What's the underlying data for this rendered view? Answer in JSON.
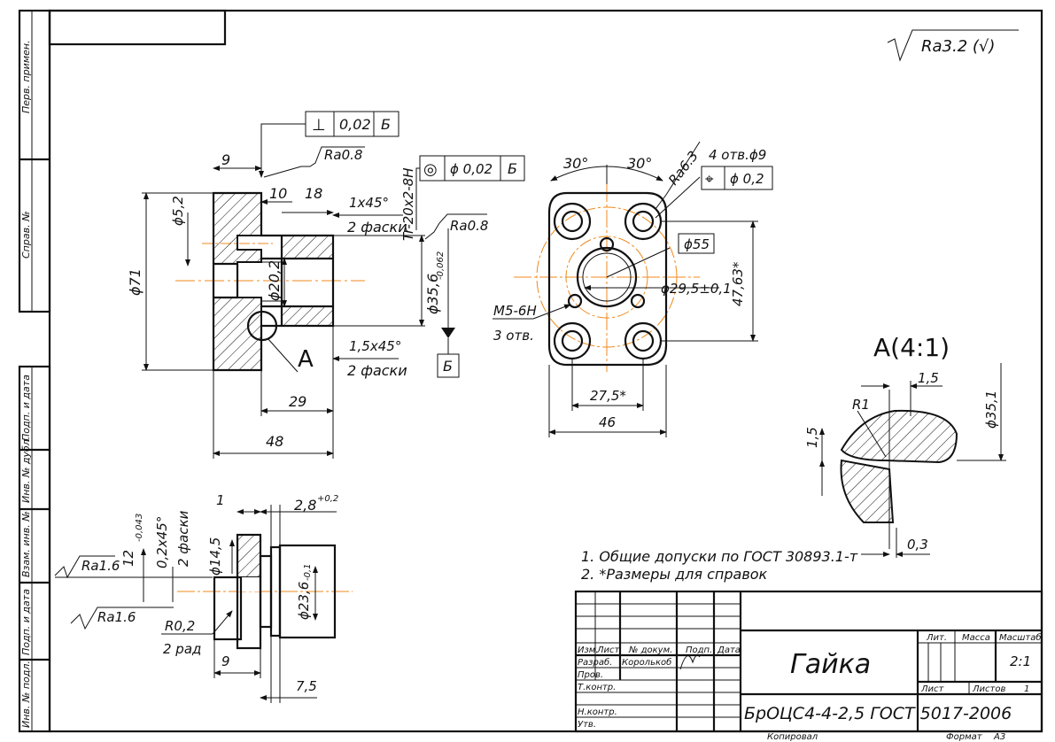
{
  "sheet": {
    "side_stamps": [
      "Перв. примен.",
      "Справ. №",
      "Подп. и дата",
      "Инв. № дубл.",
      "Взам. инв. №",
      "Подп. и дата",
      "Инв. № подл."
    ],
    "roughness_general": "Ra3.2 (√)"
  },
  "view_main": {
    "perp_tol": {
      "symbol": "⊥",
      "value": "0,02",
      "datum": "Б"
    },
    "conc_tol": {
      "symbol": "◎",
      "value": "ϕ 0,02",
      "datum": "Б"
    },
    "datum_label": "Б",
    "roughness_face": "Ra0.8",
    "roughness_bore": "Ra0.8",
    "dims": {
      "d9": "9",
      "d10": "10",
      "d18": "18",
      "chamfer1": "1x45°",
      "chamfer1_note": "2 фаски",
      "thread": "Tr-20x2-8H",
      "dia52": "ϕ5,2",
      "dia71": "ϕ71",
      "dia202": "ϕ20,2",
      "dia356": "ϕ35,6",
      "dia356_tol": "-0,062",
      "chamfer2": "1,5x45°",
      "chamfer2_note": "2 фаски",
      "d29": "29",
      "d48": "48",
      "view_a": "A"
    }
  },
  "view_side": {
    "angle1": "30°",
    "angle2": "30°",
    "roughness": "Ra6.3",
    "holes_note": "4 отв.ϕ9",
    "pos_tol": {
      "symbol": "⌖",
      "value": "ϕ 0,2"
    },
    "dia55": "ϕ55",
    "dia295": "ϕ29,5±0,1",
    "d4763": "47,63*",
    "thread": "M5-6H",
    "thread_note": "3 отв.",
    "d275": "27,5*",
    "d46": "46"
  },
  "detail_a": {
    "title": "A(4:1)",
    "d15a": "1,5",
    "r1": "R1",
    "d15b": "1,5",
    "dia351": "ϕ35,1",
    "d03": "0,3"
  },
  "view_section": {
    "d1": "1",
    "d28": "2,8",
    "d28_tol": "+0,2",
    "d12": "12",
    "d12_tol": "-0,043",
    "chamfer": "0,2x45°",
    "chamfer_note": "2 фаски",
    "dia145": "ϕ14,5",
    "dia236": "ϕ23,6",
    "dia236_tol": "-0,1",
    "ra16a": "Ra1.6",
    "ra16b": "Ra1.6",
    "r02": "R0,2",
    "r02_note": "2 рад",
    "d9": "9",
    "d75": "7,5"
  },
  "notes": [
    "1.  Общие допуски по ГОСТ 30893.1-т",
    "2.  *Размеры для справок"
  ],
  "title_block": {
    "name": "Гайка",
    "material": "БрОЦС4-4-2,5 ГОСТ 5017-2006",
    "col_izm": "Изм.",
    "col_list": "Лист",
    "col_doc": "№ докум.",
    "col_sign": "Подп.",
    "col_date": "Дата",
    "razrab_label": "Разраб.",
    "razrab_name": "Королькоб",
    "prov_label": "Пров.",
    "tkontr_label": "Т.контр.",
    "nkontr_label": "Н.контр.",
    "utv_label": "Утв.",
    "lit_label": "Лит.",
    "mass_label": "Масса",
    "scale_label": "Масштаб",
    "scale_value": "2:1",
    "sheet_label": "Лист",
    "sheets_label": "Листов",
    "sheets_value": "1",
    "copied_label": "Копировал",
    "format_label": "Формат",
    "format_value": "A3"
  }
}
